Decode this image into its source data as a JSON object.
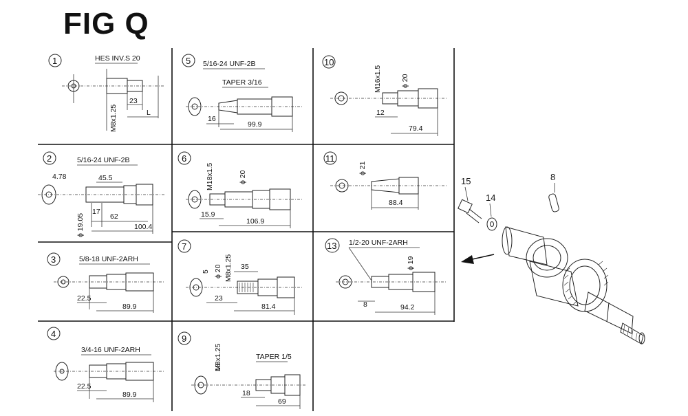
{
  "title": "FIG Q",
  "cells": [
    {
      "id": "1",
      "spec": "HES INV.S 20",
      "dims": [
        "23",
        "L",
        "M8x1.25"
      ]
    },
    {
      "id": "2",
      "spec": "5/16-24 UNF-2B",
      "dims": [
        "4.78",
        "45.5",
        "17",
        "62",
        "100.4",
        "ϕ 19.05"
      ]
    },
    {
      "id": "3",
      "spec": "5/8-18 UNF-2ARH",
      "dims": [
        "22.5",
        "89.9"
      ]
    },
    {
      "id": "4",
      "spec": "3/4-16 UNF-2ARH",
      "dims": [
        "22.5",
        "89.9"
      ]
    },
    {
      "id": "5",
      "spec": "5/16-24 UNF-2B",
      "spec2": "TAPER 3/16",
      "dims": [
        "16",
        "99.9"
      ]
    },
    {
      "id": "6",
      "spec": "M18x1.5",
      "dims": [
        "ϕ 20",
        "15.9",
        "106.9"
      ]
    },
    {
      "id": "7",
      "spec": "M8x1.25",
      "dims": [
        "ϕ 20",
        "35",
        "5",
        "23",
        "81.4"
      ]
    },
    {
      "id": "9",
      "spec": "M8x1.25",
      "spec2": "TAPER 1/5",
      "dims": [
        "18",
        "69"
      ]
    },
    {
      "id": "10",
      "spec": "M16x1.5",
      "dims": [
        "ϕ 20",
        "12",
        "79.4"
      ]
    },
    {
      "id": "11",
      "spec": "ϕ 21",
      "dims": [
        "88.4"
      ]
    },
    {
      "id": "13",
      "spec": "1/2-20 UNF-2ARH",
      "dims": [
        "ϕ 19",
        "8",
        "94.2"
      ]
    }
  ],
  "parts": {
    "p15": "15",
    "p14": "14",
    "p8": "8"
  }
}
